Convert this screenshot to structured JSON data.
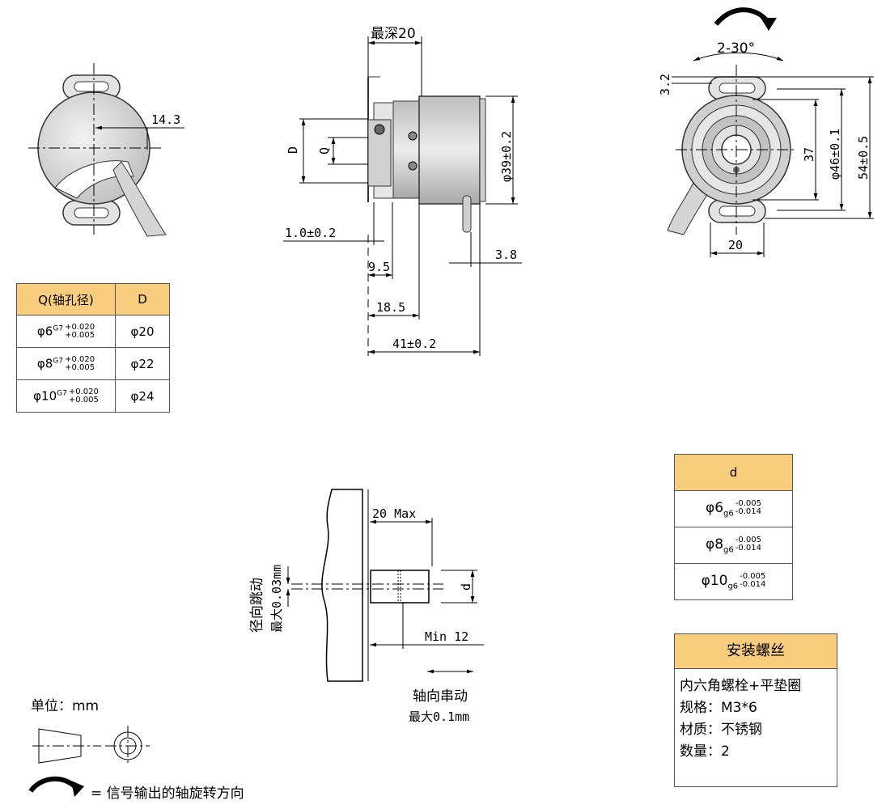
{
  "dims": {
    "max_depth": "最深20",
    "offset_14_3": "14.3",
    "angle": "2-30°",
    "d_upper": "D",
    "q": "Q",
    "dia39": "φ39±0.2",
    "flange_1": "1.0±0.2",
    "d_9_5": "9.5",
    "d_18_5": "18.5",
    "d_41": "41±0.2",
    "d_3_8": "3.8",
    "d_3_2": "3.2",
    "d_37": "37",
    "dia46": "φ46±0.1",
    "d_54": "54±0.5",
    "d_20": "20",
    "max20": "20 Max",
    "radial_runout_1": "径向跳动",
    "radial_runout_2": "最大0.03mm",
    "d_lower": "d",
    "min12": "Min 12",
    "axial_play_1": "轴向串动",
    "axial_play_2": "最大0.1mm"
  },
  "unit_label": "单位：mm",
  "legend_text": "= 信号输出的轴旋转方向",
  "table_qd": {
    "headers": [
      "Q(轴孔径)",
      "D"
    ],
    "rows": [
      {
        "q": "φ6",
        "fit": "G7",
        "tol_upper": "+0.020",
        "tol_lower": "+0.005",
        "d": "φ20"
      },
      {
        "q": "φ8",
        "fit": "G7",
        "tol_upper": "+0.020",
        "tol_lower": "+0.005",
        "d": "φ22"
      },
      {
        "q": "φ10",
        "fit": "G7",
        "tol_upper": "+0.020",
        "tol_lower": "+0.005",
        "d": "φ24"
      }
    ]
  },
  "table_d": {
    "header": "d",
    "rows": [
      {
        "dia": "φ6",
        "fit": "g6",
        "tol_upper": "-0.005",
        "tol_lower": "-0.014"
      },
      {
        "dia": "φ8",
        "fit": "g6",
        "tol_upper": "-0.005",
        "tol_lower": "-0.014"
      },
      {
        "dia": "φ10",
        "fit": "g6",
        "tol_upper": "-0.005",
        "tol_lower": "-0.014"
      }
    ]
  },
  "table_screw": {
    "header": "安装螺丝",
    "lines": [
      "内六角螺栓+平垫圈",
      "规格：M3*6",
      "材质：不锈钢",
      "数量：2"
    ]
  },
  "colors": {
    "table_header": "#f8cd7e",
    "body_gray": "#d8d8d8",
    "dark_gray": "#888888"
  }
}
